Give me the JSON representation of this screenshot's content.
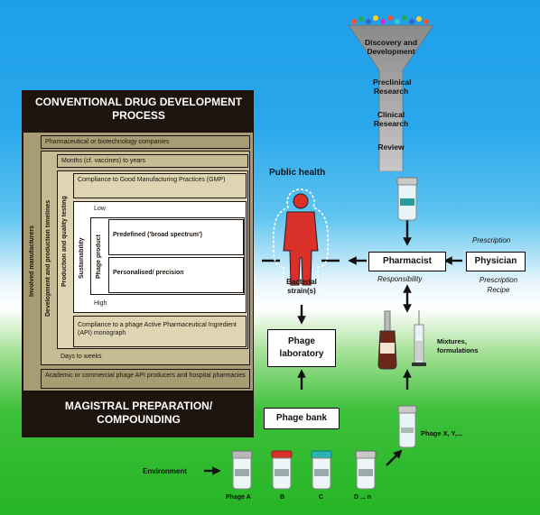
{
  "left_panel": {
    "title": "CONVENTIONAL DRUG DEVELOPMENT PROCESS",
    "footer": "MAGISTRAL PREPARATION/ COMPOUNDING",
    "rows": [
      "Pharmaceutical or biotechnology companies",
      "Months (cf. vaccines) to years",
      "Compliance to Good Manufacturing Practices (GMP)",
      "Low",
      "Predefined ('broad spectrum')",
      "Personalised/ precision",
      "High",
      "Compliance to a phage Active Pharmaceutical Ingredient (API) monograph",
      "Days to weeks",
      "Academic or commercial phage API producers and hospital pharmacies"
    ],
    "vertical_labels": [
      "Involved manufacturers",
      "Development and production timelines",
      "Production and quality testing",
      "Sustainability",
      "Phage product"
    ]
  },
  "funnel": {
    "steps": [
      "Discovery and Development",
      "Preclinical Research",
      "Clinical Research",
      "Review"
    ]
  },
  "flow": {
    "public_health": "Public health",
    "pharmacist": "Pharmacist",
    "physician": "Physician",
    "prescription_top": "Prescription",
    "responsibility": "Responsibility",
    "prescription_recipe": "Prescription Recipe",
    "bacterial_strains": "Bacterial strain(s)",
    "phage_laboratory": "Phage laboratory",
    "phage_bank": "Phage bank",
    "mixtures": "Mixtures, formulations",
    "phage_xy": "Phage X, Y,...",
    "environment": "Environment"
  },
  "vials": [
    "Phage A",
    "B",
    "C",
    "D ... n"
  ],
  "colors": {
    "dark": "#1c140d",
    "tan_a": "#a89c74",
    "tan_b": "#c6bc93",
    "tan_c": "#ded6b2",
    "person": "#d9302a",
    "sky": "#1e9fe8",
    "grass": "#26b525"
  }
}
